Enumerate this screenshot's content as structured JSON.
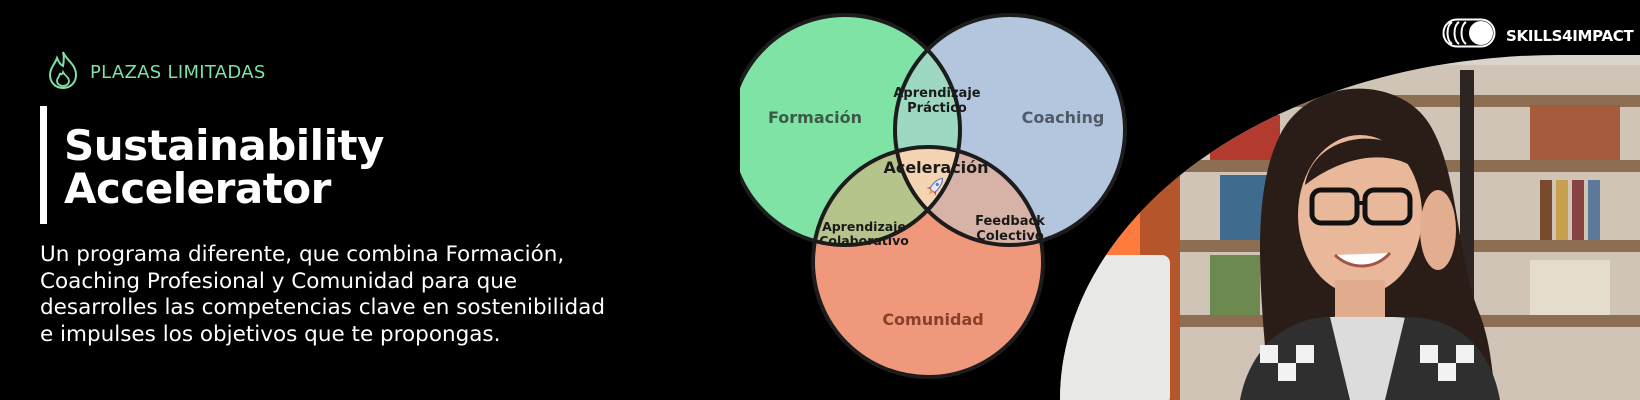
{
  "badge": {
    "label": "PLAZAS LIMITADAS",
    "icon": "flame-icon",
    "color": "#7ee2a7"
  },
  "hero": {
    "title_lines": [
      "Sustainability",
      "Accelerator"
    ],
    "description_lines": [
      "Un programa diferente, que combina Formación,",
      "Coaching Profesional y Comunidad para que",
      "desarrolles las competencias clave en sostenibilidad",
      "e impulses los objetivos que te propongas."
    ]
  },
  "venn": {
    "circles": [
      {
        "label": "Formación",
        "color": "#7fe3a6"
      },
      {
        "label": "Coaching",
        "color": "#b4c5de"
      },
      {
        "label": "Comunidad",
        "color": "#f0987b"
      }
    ],
    "intersections": {
      "top": [
        "Aprendizaje",
        "Práctico"
      ],
      "left": [
        "Aprendizaje",
        "Colaborativo"
      ],
      "right": [
        "Feedback",
        "Colectivo"
      ],
      "center": "Aceleración",
      "center_icon": "rocket-icon"
    },
    "colors": {
      "top": "#9dd8c0",
      "left": "#b5c48a",
      "right": "#d7b2a6",
      "center": "#f5d4b3",
      "outline": "#1c1c1c"
    }
  },
  "brand": {
    "name": "SKILLS4IMPACT",
    "icon": "brand-logo-icon"
  },
  "photo": {
    "accent": "#ff7a3d"
  }
}
